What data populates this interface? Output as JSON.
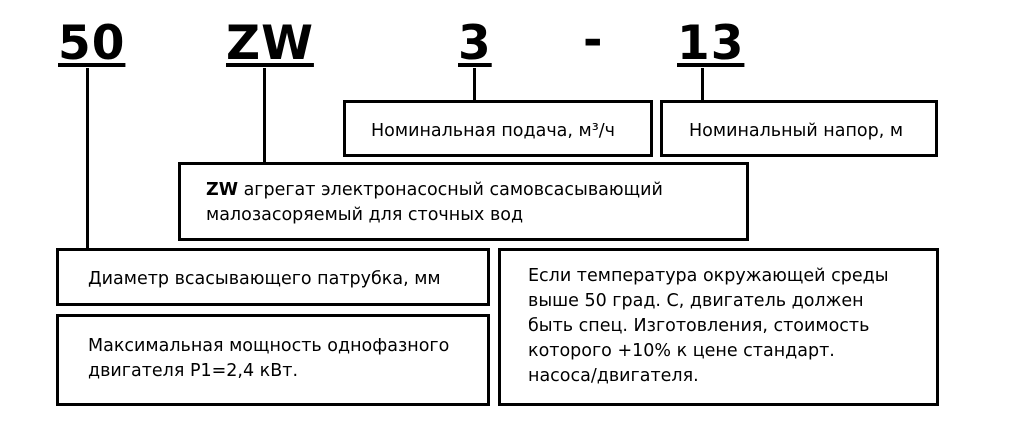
{
  "code": {
    "part1": "50",
    "part2": "ZW",
    "part3": "3",
    "dash": "-",
    "part4": "13"
  },
  "boxes": {
    "nominal_flow": "Номинальная подача, м³/ч",
    "nominal_head": "Номинальный напор, м",
    "zw_bold": "ZW",
    "zw_desc_line1": " агрегат электронасосный самовсасывающий",
    "zw_desc_line2": "малозасоряемый для сточных вод",
    "suction_diameter": "Диаметр всасывающего патрубка, мм",
    "max_power_line1": "Максимальная мощность однофазного",
    "max_power_line2": "двигателя P1=2,4 кВт.",
    "temperature_note": [
      "Если температура окружающей среды",
      "выше 50 град. С, двигатель должен",
      "быть спец. Изготовления, стоимость",
      "которого +10% к цене стандарт.",
      "насоса/двигателя."
    ]
  }
}
